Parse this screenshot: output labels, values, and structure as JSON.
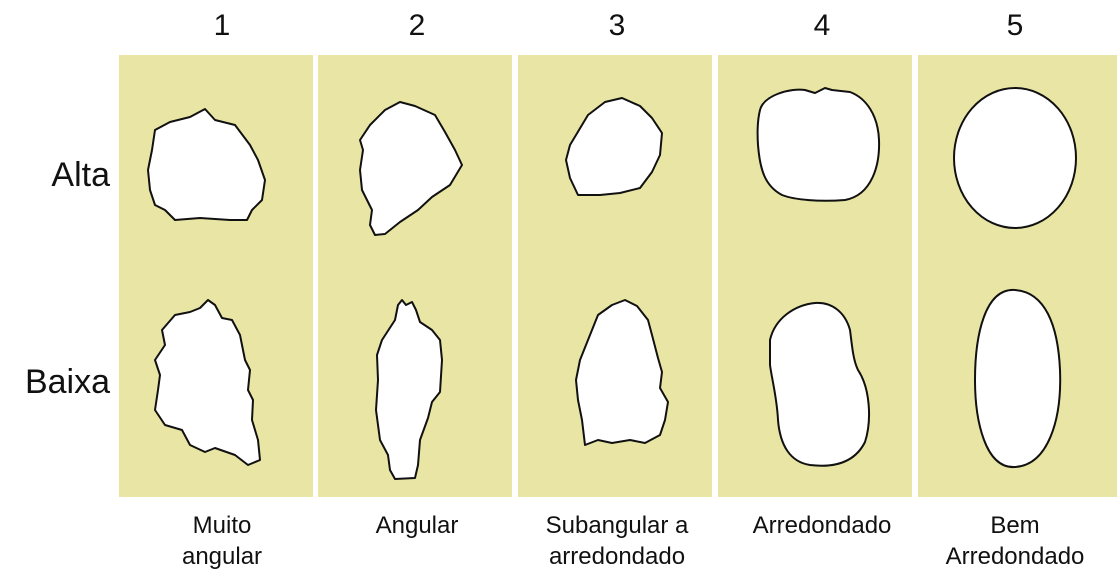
{
  "columns": [
    {
      "number": "1",
      "caption": "Muito\nangular"
    },
    {
      "number": "2",
      "caption": "Angular"
    },
    {
      "number": "3",
      "caption": "Subangular a\narredondado"
    },
    {
      "number": "4",
      "caption": "Arredondado"
    },
    {
      "number": "5",
      "caption": "Bem\nArredondado"
    }
  ],
  "rows": [
    {
      "label": "Alta"
    },
    {
      "label": "Baixa"
    }
  ],
  "colors": {
    "panel_fill": "#e9e6a5",
    "grain_fill": "#ffffff",
    "grain_stroke": "#111111"
  }
}
